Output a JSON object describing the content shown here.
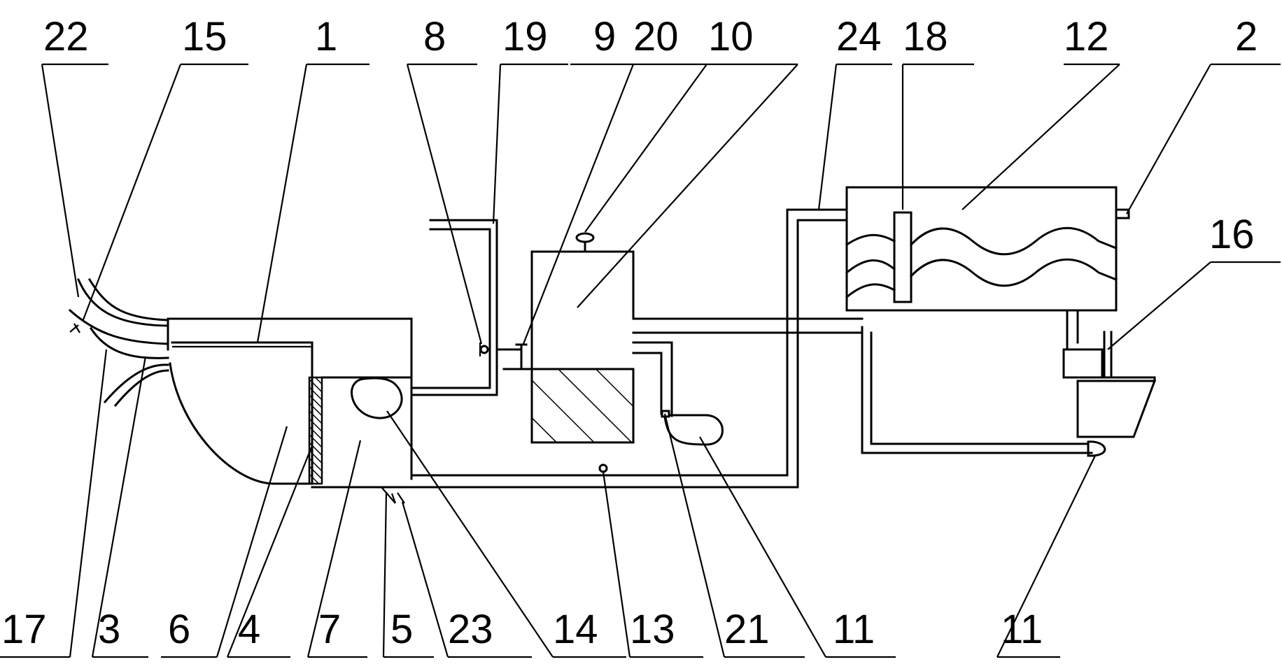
{
  "top_labels": [
    {
      "id": "lbl-22",
      "text": "22"
    },
    {
      "id": "lbl-15",
      "text": "15"
    },
    {
      "id": "lbl-1",
      "text": "1"
    },
    {
      "id": "lbl-8",
      "text": "8"
    },
    {
      "id": "lbl-19",
      "text": "19"
    },
    {
      "id": "lbl-9",
      "text": "9"
    },
    {
      "id": "lbl-20",
      "text": "20"
    },
    {
      "id": "lbl-10",
      "text": "10"
    },
    {
      "id": "lbl-24",
      "text": "24"
    },
    {
      "id": "lbl-18",
      "text": "18"
    },
    {
      "id": "lbl-12",
      "text": "12"
    },
    {
      "id": "lbl-2",
      "text": "2"
    },
    {
      "id": "lbl-16",
      "text": "16"
    }
  ],
  "bottom_labels": [
    {
      "id": "lbl-17",
      "text": "17"
    },
    {
      "id": "lbl-3",
      "text": "3"
    },
    {
      "id": "lbl-6",
      "text": "6"
    },
    {
      "id": "lbl-4",
      "text": "4"
    },
    {
      "id": "lbl-7",
      "text": "7"
    },
    {
      "id": "lbl-5",
      "text": "5"
    },
    {
      "id": "lbl-23",
      "text": "23"
    },
    {
      "id": "lbl-14",
      "text": "14"
    },
    {
      "id": "lbl-13",
      "text": "13"
    },
    {
      "id": "lbl-21",
      "text": "21"
    },
    {
      "id": "lbl-11a",
      "text": "11"
    },
    {
      "id": "lbl-11b",
      "text": "11"
    }
  ]
}
